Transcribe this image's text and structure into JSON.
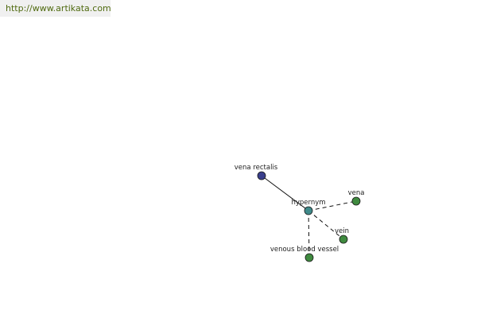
{
  "banner": {
    "url": "http://www.artikata.com"
  },
  "colors": {
    "center_node": "#3f8a8a",
    "source_node": "#3a3f8c",
    "related_node": "#3f8a3f",
    "edge": "#111111",
    "banner_text": "#4f6a0f"
  },
  "graph": {
    "nodes": [
      {
        "id": "vena-rectalis",
        "label": "vena rectalis",
        "role": "source"
      },
      {
        "id": "hypernym",
        "label": "hypernym",
        "role": "center"
      },
      {
        "id": "vena",
        "label": "vena",
        "role": "related"
      },
      {
        "id": "vein",
        "label": "vein",
        "role": "related"
      },
      {
        "id": "venous-blood-vessel",
        "label": "venous blood vessel",
        "role": "related"
      }
    ],
    "edges": [
      {
        "from": "vena-rectalis",
        "to": "hypernym",
        "style": "solid"
      },
      {
        "from": "hypernym",
        "to": "vena",
        "style": "dashed"
      },
      {
        "from": "hypernym",
        "to": "vein",
        "style": "dashed"
      },
      {
        "from": "hypernym",
        "to": "venous-blood-vessel",
        "style": "dashed"
      }
    ]
  }
}
